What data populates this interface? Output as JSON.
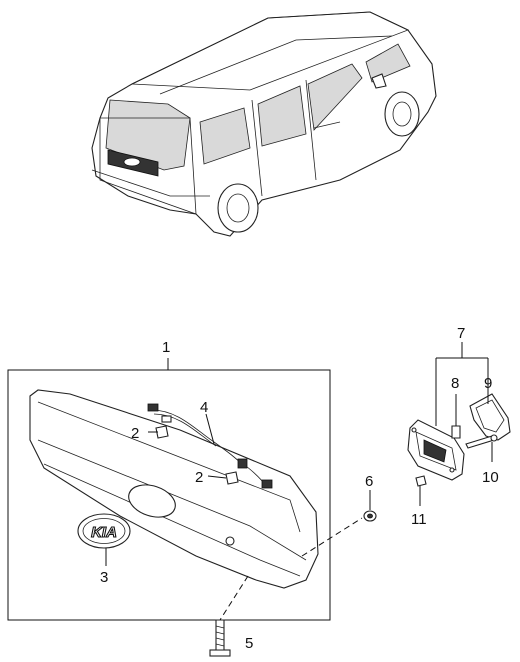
{
  "callouts": {
    "c1": "1",
    "c2a": "2",
    "c2b": "2",
    "c3": "3",
    "c4": "4",
    "c5": "5",
    "c6": "6",
    "c7": "7",
    "c8": "8",
    "c9": "9",
    "c10": "10",
    "c11": "11"
  },
  "emblem_text": "KIA"
}
